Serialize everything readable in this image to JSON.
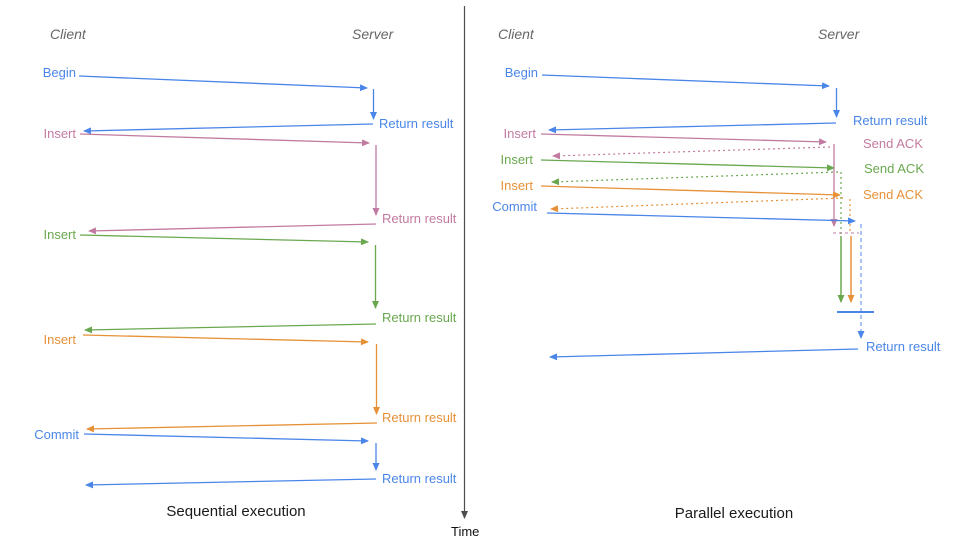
{
  "colors": {
    "blue": "#4a86e8",
    "light_blue": "#6d9eeb",
    "pink": "#c27ba0",
    "green": "#6aa84f",
    "orange": "#e69138",
    "axis_gray": "#4d4d4d",
    "header_gray": "#666666"
  },
  "time_axis": {
    "label": "Time"
  },
  "diagrams": {
    "sequential": {
      "title": "Sequential execution",
      "client_header": "Client",
      "server_header": "Server",
      "messages": [
        {
          "label": "Begin",
          "color": "blue",
          "response": "Return result"
        },
        {
          "label": "Insert",
          "color": "pink",
          "response": "Return result"
        },
        {
          "label": "Insert",
          "color": "green",
          "response": "Return result"
        },
        {
          "label": "Insert",
          "color": "orange",
          "response": "Return result"
        },
        {
          "label": "Commit",
          "color": "blue",
          "response": "Return result"
        }
      ]
    },
    "parallel": {
      "title": "Parallel execution",
      "client_header": "Client",
      "server_header": "Server",
      "messages": [
        {
          "label": "Begin",
          "color": "blue",
          "response": "Return result"
        },
        {
          "label": "Insert",
          "color": "pink",
          "response": "Send ACK"
        },
        {
          "label": "Insert",
          "color": "green",
          "response": "Send ACK"
        },
        {
          "label": "Insert",
          "color": "orange",
          "response": "Send ACK"
        },
        {
          "label": "Commit",
          "color": "blue",
          "response": "Return result"
        }
      ]
    }
  }
}
